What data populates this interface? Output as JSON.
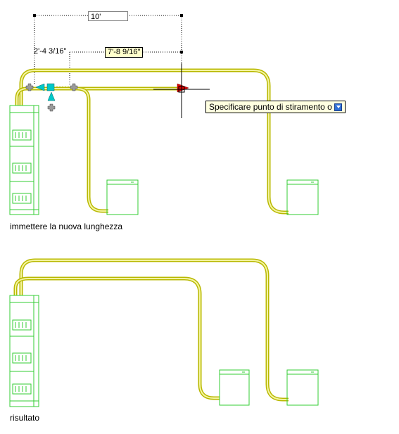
{
  "top_example": {
    "caption": "immettere la nuova lunghezza",
    "dimension_input_value": "10'",
    "dimension_left_label": "2'-4 3/16\"",
    "dimension_right_label": "7'-8 9/16\"",
    "tooltip_text": "Specificare punto di stiramento o",
    "tooltip_icon": "dropdown-arrow-icon"
  },
  "bottom_example": {
    "caption": "risultato"
  },
  "colors": {
    "duct": "#b8b800",
    "duct_inner": "#e6e600",
    "equipment": "#33cc33",
    "dimension": "#000000",
    "grip_gray": "#9a9a9a",
    "grip_cyan": "#00c8c8",
    "grip_red": "#e00000",
    "tooltip_bg": "#ffffe1"
  }
}
